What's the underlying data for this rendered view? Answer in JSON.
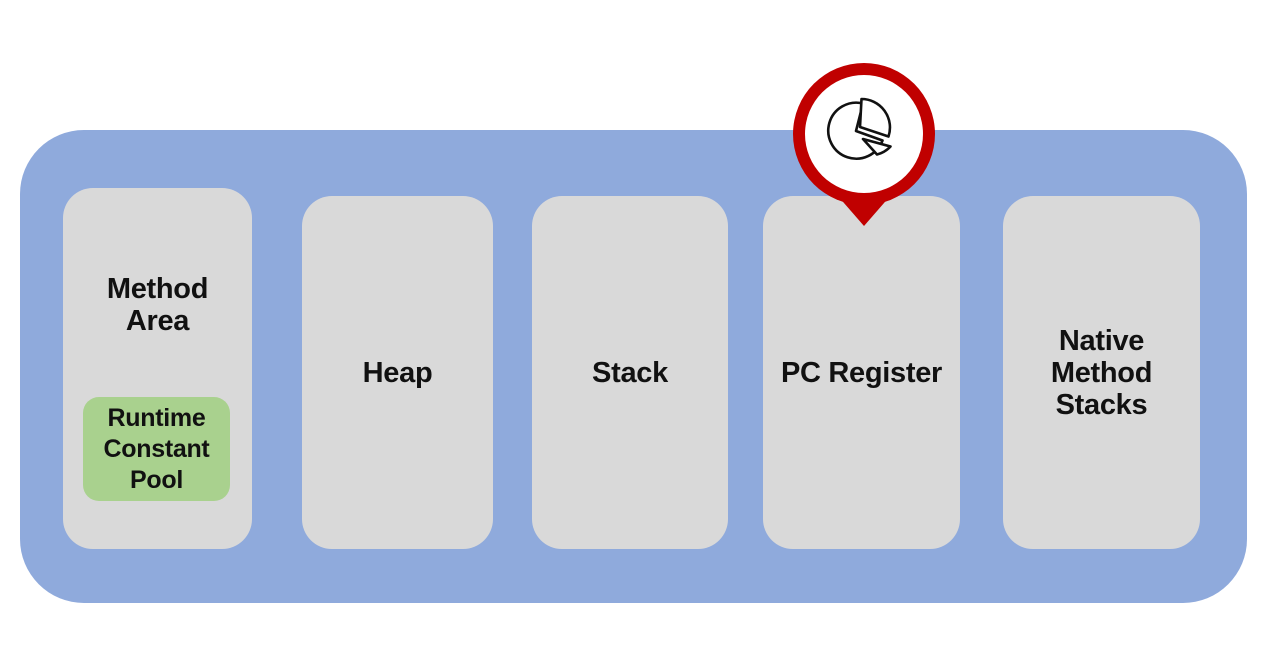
{
  "colors": {
    "background": "#FFFFFF",
    "container": "#8FAADC",
    "box": "#D9D9D9",
    "highlight": "#A9D18E",
    "pin": "#C00000",
    "pin_inner": "#FFFFFF",
    "icon_stroke": "#111111",
    "text": "#111111"
  },
  "diagram": {
    "boxes": [
      {
        "id": "method-area",
        "label": "Method\nArea"
      },
      {
        "id": "heap",
        "label": "Heap"
      },
      {
        "id": "stack",
        "label": "Stack"
      },
      {
        "id": "pc-register",
        "label": "PC Register"
      },
      {
        "id": "native-method-stacks",
        "label": "Native\nMethod\nStacks"
      }
    ],
    "sub_box": {
      "id": "runtime-constant-pool",
      "label": "Runtime\nConstant\nPool"
    },
    "marker": {
      "icon": "pie-chart-icon"
    }
  }
}
